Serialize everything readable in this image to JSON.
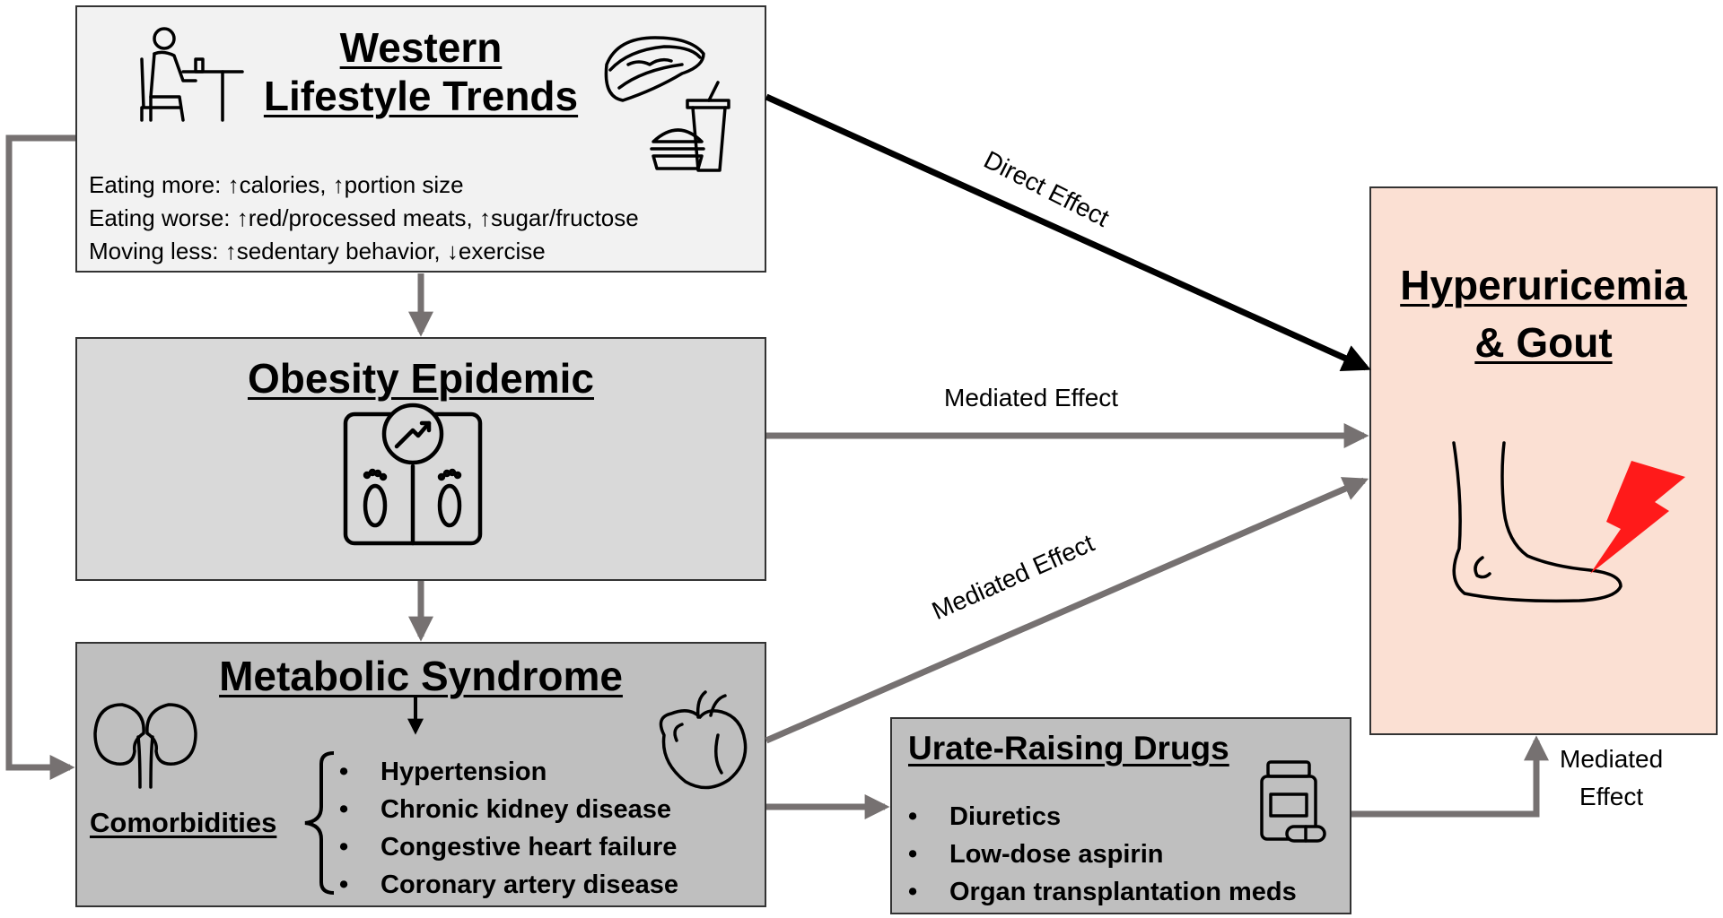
{
  "lifestyle": {
    "title_line1": "Western",
    "title_line2": "Lifestyle Trends",
    "bullets": [
      "Eating more: ↑calories, ↑portion size",
      "Eating worse: ↑red/processed meats, ↑sugar/fructose",
      "Moving less: ↑sedentary behavior, ↓exercise"
    ],
    "icons": [
      "person-at-table-icon",
      "hot-dog-icon",
      "burger-and-drink-icon"
    ]
  },
  "obesity": {
    "title": "Obesity Epidemic",
    "icons": [
      "bathroom-scale-icon"
    ]
  },
  "metabolic": {
    "title": "Metabolic Syndrome",
    "comorbidities_label": "Comorbidities",
    "comorbidities": [
      "Hypertension",
      "Chronic kidney disease",
      "Congestive heart failure",
      "Coronary artery disease"
    ],
    "icons": [
      "kidneys-icon",
      "heart-icon"
    ]
  },
  "drugs": {
    "title": "Urate-Raising Drugs",
    "items": [
      "Diuretics",
      "Low-dose aspirin",
      "Organ transplantation meds"
    ],
    "icons": [
      "pill-bottle-icon"
    ]
  },
  "gout": {
    "title_line1": "Hyperuricemia",
    "title_line2": "& Gout",
    "icons": [
      "foot-icon",
      "lightning-bolt-icon"
    ]
  },
  "effects": {
    "direct": "Direct Effect",
    "mediated_obesity": "Mediated Effect",
    "mediated_metabolic": "Mediated Effect",
    "mediated_drugs_line1": "Mediated",
    "mediated_drugs_line2": "Effect"
  },
  "colors": {
    "lifestyle_fill": "#f2f2f2",
    "obesity_fill": "#d9d9d9",
    "metabolic_fill": "#bfbfbf",
    "gout_fill": "#fbe0d3",
    "mediated_arrow": "#767171",
    "direct_arrow": "#000000",
    "bolt": "#ff1a1a"
  }
}
